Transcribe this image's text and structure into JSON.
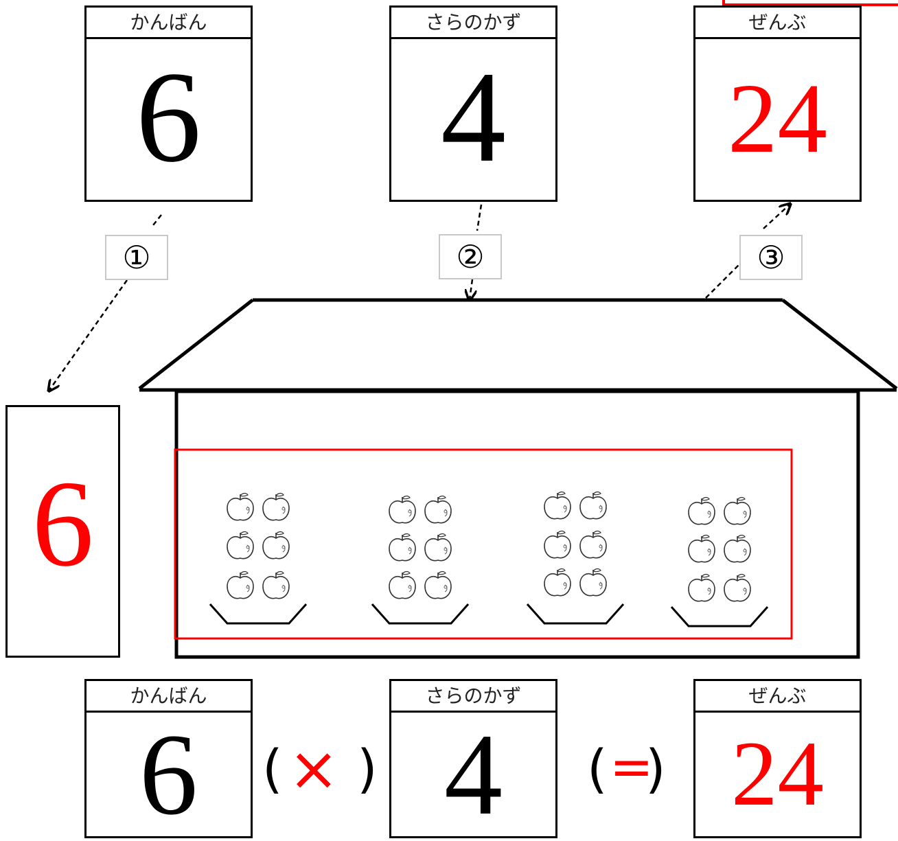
{
  "top_cards": [
    {
      "label": "かんばん",
      "value": "6",
      "value_color": "#000000"
    },
    {
      "label": "さらのかず",
      "value": "4",
      "value_color": "#000000"
    },
    {
      "label": "ぜんぶ",
      "value": "24",
      "value_color": "#ff0000"
    }
  ],
  "steps": [
    "①",
    "②",
    "③"
  ],
  "side_card": {
    "value": "6",
    "value_color": "#ff0000"
  },
  "plates": {
    "count": 4,
    "apples_per_plate": 6
  },
  "bottom_cards": [
    {
      "label": "かんばん",
      "value": "6",
      "value_color": "#000000"
    },
    {
      "label": "さらのかず",
      "value": "4",
      "value_color": "#000000"
    },
    {
      "label": "ぜんぶ",
      "value": "24",
      "value_color": "#ff0000"
    }
  ],
  "operators": {
    "times": "×",
    "equals": "=",
    "open_paren": "(",
    "close_paren": ")"
  },
  "colors": {
    "accent": "#ff0000",
    "line": "#000000",
    "step_border": "#c8c8c8"
  }
}
